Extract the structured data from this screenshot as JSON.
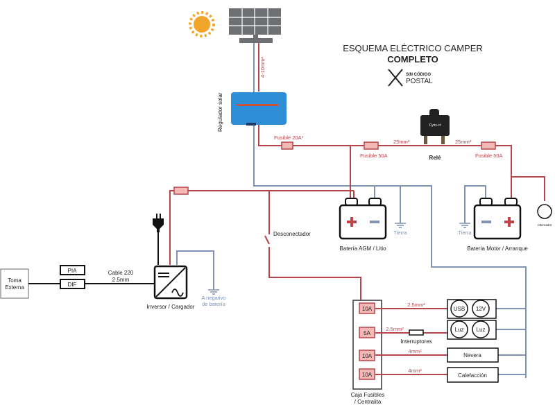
{
  "title": {
    "line1": "ESQUEMA ELÉCTRICO CAMPER",
    "line2": "COMPLETO"
  },
  "logo": {
    "line1": "SIN CÓDIGO",
    "line2": "POSTAL"
  },
  "colors": {
    "positive": "#b5454b",
    "negative": "#7f93b4",
    "ac": "#111111",
    "sun": "#f2a52b",
    "regulator": "#2f8fd6"
  },
  "labels": {
    "solar_cable": "4-10mm²",
    "regulator": "Regulador solar",
    "fuse_20a": "Fusible 20A*",
    "fuse_50a_left": "Fusible 50A",
    "fuse_50a_right": "Fusible 50A",
    "cable_25_left": "25mm²",
    "cable_25_right": "25mm²",
    "relay": "Relé",
    "relay_brand": "Cyrix-ct",
    "battery_aux": "Batería AGM / Litio",
    "battery_motor": "Batería Motor / Arranque",
    "ground_1": "Tierra",
    "ground_2": "Tierra",
    "alternator": "Alternador",
    "disconnector": "Desconectador",
    "toma": [
      "Toma",
      "Externa"
    ],
    "pia": "PIA",
    "dif": "DIF",
    "cable_220": [
      "Cable 220",
      "2.5mm"
    ],
    "inverter": "Inversor / Cargador",
    "neg_battery": [
      "A negativo",
      "de batería"
    ],
    "fusebox": [
      "Caja Fusibles",
      "/ Centralita"
    ],
    "switches": "Interruptores"
  },
  "fusebox_circuits": [
    {
      "fuse": "10A",
      "cable": "2.5mm²",
      "loads": [
        "USB",
        "12V"
      ]
    },
    {
      "fuse": "5A",
      "cable": "2.5mm²",
      "loads": [
        "Luz",
        "Luz"
      ]
    },
    {
      "fuse": "10A",
      "cable": "4mm²",
      "loads": [
        "Nevera"
      ]
    },
    {
      "fuse": "10A",
      "cable": "4mm²",
      "loads": [
        "Calefacción"
      ]
    }
  ]
}
